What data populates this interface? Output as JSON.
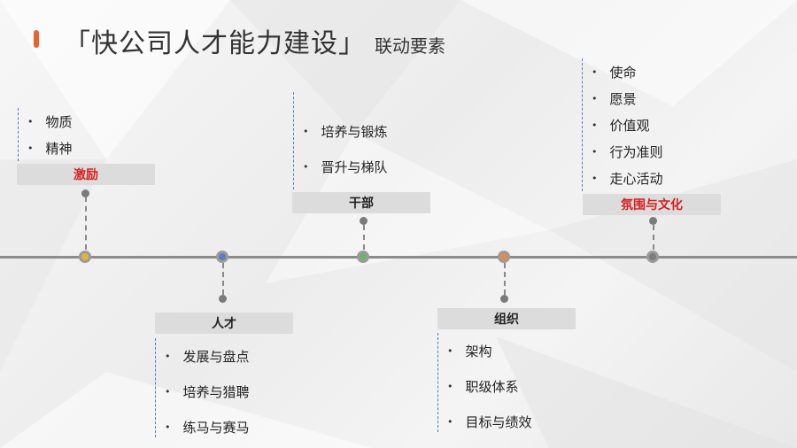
{
  "title": {
    "main": "「快公司人才能力建设」",
    "sub": "联动要素"
  },
  "colors": {
    "accent": "#e8632a",
    "highlight": "#d4201f",
    "list_border": "#4a7fc1"
  },
  "elements": [
    {
      "label": "激励",
      "highlight": true,
      "dot_color": "#e2b43a",
      "items": [
        "物质",
        "精神"
      ]
    },
    {
      "label": "人才",
      "highlight": false,
      "dot_color": "#5b7fc4",
      "items": [
        "发展与盘点",
        "培养与猎聘",
        "练马与赛马"
      ]
    },
    {
      "label": "干部",
      "highlight": false,
      "dot_color": "#6cb36a",
      "items": [
        "培养与锻炼",
        "晋升与梯队"
      ]
    },
    {
      "label": "组织",
      "highlight": false,
      "dot_color": "#e88a4a",
      "items": [
        "架构",
        "职级体系",
        "目标与绩效"
      ]
    },
    {
      "label": "氛围与文化",
      "highlight": true,
      "dot_color": "#7d7d7d",
      "items": [
        "使命",
        "愿景",
        "价值观",
        "行为准则",
        "走心活动"
      ]
    }
  ]
}
